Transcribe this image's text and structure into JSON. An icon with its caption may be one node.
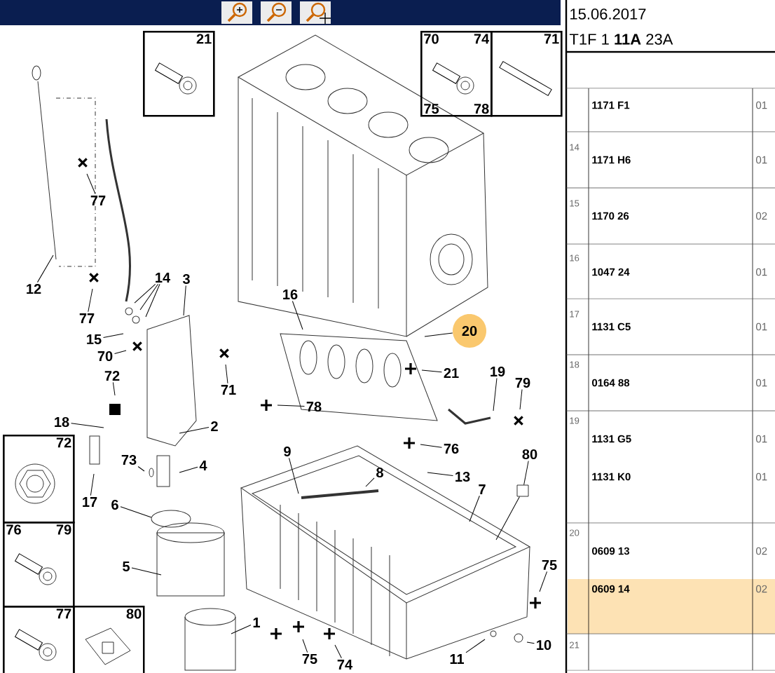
{
  "diagram": {
    "nodes": [
      {
        "text": [
          "21"
        ]
      },
      {
        "text": [
          "70",
          "74",
          "75",
          "78"
        ]
      },
      {
        "text": [
          "71"
        ]
      },
      {
        "text": [
          "77"
        ]
      },
      {
        "text": [
          "12"
        ]
      },
      {
        "text": [
          "77"
        ]
      },
      {
        "text": [
          "14"
        ]
      },
      {
        "text": [
          "3"
        ]
      },
      {
        "text": [
          "16"
        ]
      },
      {
        "text": [
          "20"
        ]
      },
      {
        "text": [
          "15"
        ]
      },
      {
        "text": [
          "70"
        ]
      },
      {
        "text": [
          "72"
        ]
      },
      {
        "text": [
          "71"
        ]
      },
      {
        "text": [
          "21"
        ]
      },
      {
        "text": [
          "19"
        ]
      },
      {
        "text": [
          "79"
        ]
      },
      {
        "text": [
          "78"
        ]
      },
      {
        "text": [
          "18"
        ]
      },
      {
        "text": [
          "2"
        ]
      },
      {
        "text": [
          "9"
        ]
      },
      {
        "text": [
          "76"
        ]
      },
      {
        "text": [
          "80"
        ]
      },
      {
        "text": [
          "8"
        ]
      },
      {
        "text": [
          "73"
        ]
      },
      {
        "text": [
          "4"
        ]
      },
      {
        "text": [
          "13"
        ]
      },
      {
        "text": [
          "7"
        ]
      },
      {
        "text": [
          "17"
        ]
      },
      {
        "text": [
          "6"
        ]
      },
      {
        "text": [
          "72"
        ]
      },
      {
        "text": [
          "76",
          "79"
        ]
      },
      {
        "text": [
          "75"
        ]
      },
      {
        "text": [
          "5"
        ]
      },
      {
        "text": [
          "77"
        ]
      },
      {
        "text": [
          "80"
        ]
      },
      {
        "text": [
          "1"
        ]
      },
      {
        "text": [
          "10"
        ]
      },
      {
        "text": [
          "75"
        ]
      },
      {
        "text": [
          "74"
        ]
      },
      {
        "text": [
          "11"
        ]
      },
      {
        "text": [],
        "shape": "box"
      }
    ],
    "edges": [
      {
        "from": 3,
        "to": null,
        "arrow": "none"
      },
      {
        "from": 4,
        "to": null,
        "arrow": "none"
      },
      {
        "from": 5,
        "to": null,
        "arrow": "none"
      },
      {
        "from": 6,
        "to": null,
        "arrow": "none"
      },
      {
        "from": 6,
        "to": null,
        "arrow": "none"
      },
      {
        "from": 6,
        "to": null,
        "arrow": "none"
      },
      {
        "from": 7,
        "to": null,
        "arrow": "none"
      },
      {
        "from": 8,
        "to": null,
        "arrow": "none"
      },
      {
        "from": 9,
        "to": null,
        "arrow": "none"
      },
      {
        "from": 10,
        "to": null,
        "arrow": "none"
      },
      {
        "from": 11,
        "to": null,
        "arrow": "none"
      },
      {
        "from": 12,
        "to": null,
        "arrow": "none"
      },
      {
        "from": 13,
        "to": null,
        "arrow": "none"
      },
      {
        "from": 14,
        "to": null,
        "arrow": "none"
      },
      {
        "from": 15,
        "to": null,
        "arrow": "none"
      },
      {
        "from": 16,
        "to": null,
        "arrow": "none"
      },
      {
        "from": 17,
        "to": null,
        "arrow": "none"
      },
      {
        "from": 18,
        "to": null,
        "arrow": "none"
      },
      {
        "from": 19,
        "to": null,
        "arrow": "none"
      },
      {
        "from": 20,
        "to": null,
        "arrow": "none"
      },
      {
        "from": 21,
        "to": null,
        "arrow": "none"
      },
      {
        "from": 22,
        "to": 41,
        "arrow": "none"
      },
      {
        "from": 41,
        "to": null,
        "arrow": "none"
      },
      {
        "from": 23,
        "to": null,
        "arrow": "none"
      },
      {
        "from": 24,
        "to": null,
        "arrow": "none"
      },
      {
        "from": 25,
        "to": null,
        "arrow": "none"
      },
      {
        "from": 26,
        "to": null,
        "arrow": "none"
      },
      {
        "from": 27,
        "to": null,
        "arrow": "none"
      },
      {
        "from": 28,
        "to": null,
        "arrow": "none"
      },
      {
        "from": 29,
        "to": null,
        "arrow": "none"
      },
      {
        "from": 32,
        "to": null,
        "arrow": "none"
      },
      {
        "from": 33,
        "to": null,
        "arrow": "none"
      },
      {
        "from": 36,
        "to": null,
        "arrow": "none"
      },
      {
        "from": 37,
        "to": null,
        "arrow": "none"
      },
      {
        "from": 38,
        "to": null,
        "arrow": "none"
      },
      {
        "from": 39,
        "to": null,
        "arrow": "none"
      },
      {
        "from": 40,
        "to": null,
        "arrow": "none"
      }
    ],
    "labels": [
      "15.06.2017",
      "T1F 1 **11A** 23A",
      "1171 F1",
      "01",
      "14",
      "1171 H6",
      "01",
      "15",
      "1170 26",
      "02",
      "16",
      "1047 24",
      "01",
      "17",
      "1131 C5",
      "01",
      "18",
      "0164 88",
      "01",
      "19",
      "1131 G5",
      "01",
      "1131 K0",
      "01",
      "20",
      "0609 13",
      "02",
      "0609 14",
      "02",
      "21"
    ]
  }
}
